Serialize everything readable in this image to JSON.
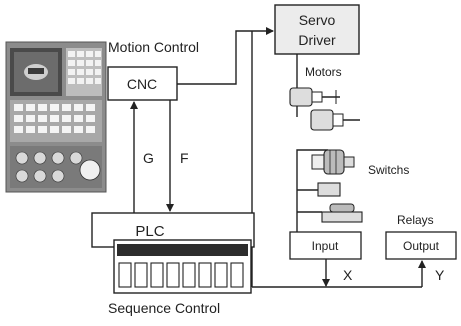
{
  "labels": {
    "motion_control": "Motion Control",
    "cnc": "CNC",
    "servo_driver_line1": "Servo",
    "servo_driver_line2": "Driver",
    "motors": "Motors",
    "switchs": "Switchs",
    "relays": "Relays",
    "input": "Input",
    "output": "Output",
    "g": "G",
    "f": "F",
    "plc": "PLC",
    "x": "X",
    "y": "Y",
    "sequence_control": "Sequence Control"
  },
  "colors": {
    "line": "#222222",
    "box_fill": "#ffffff",
    "servo_fill": "#e8e8e8",
    "panel_dark": "#3a3a3a",
    "panel_mid": "#9a9a9a",
    "panel_light": "#d6d6d6",
    "plc_display": "#2d2d2d"
  },
  "icons": [
    "cnc-panel-icon",
    "motor-icon",
    "switch-icon",
    "relay-icon"
  ]
}
